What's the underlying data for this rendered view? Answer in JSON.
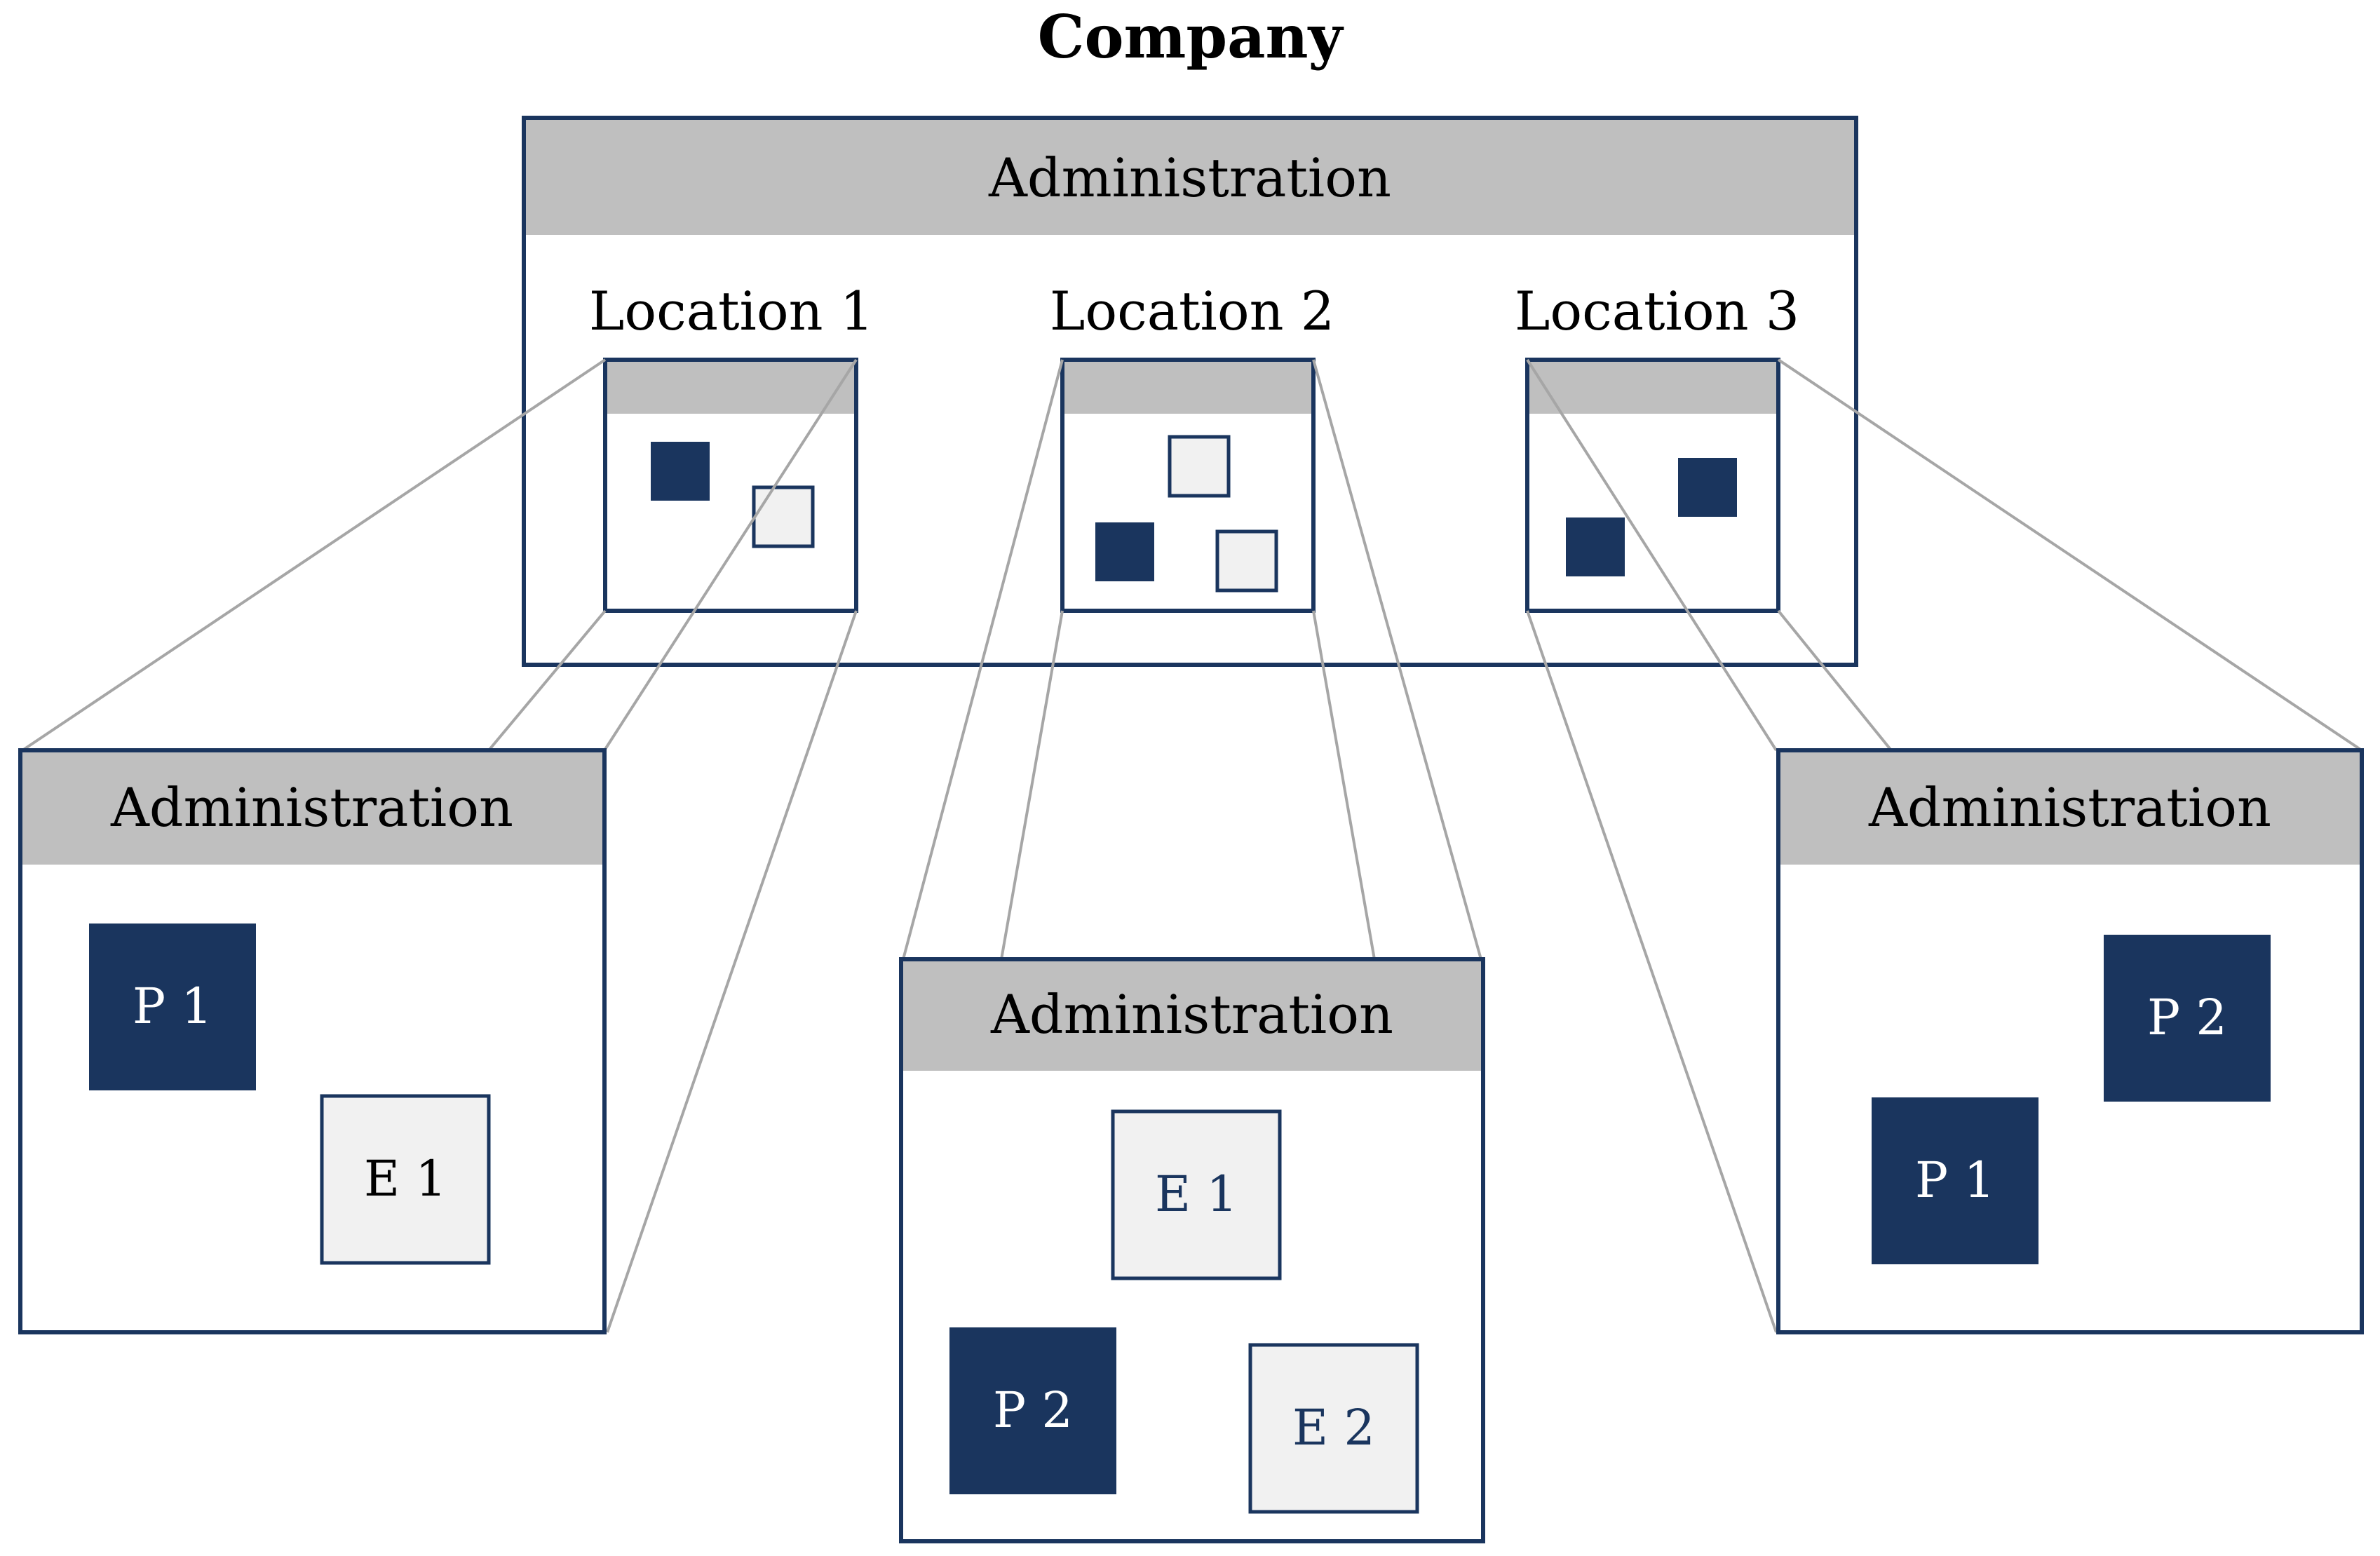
{
  "title": "Company",
  "top": {
    "header": "Administration",
    "locations": [
      {
        "label": "Location 1"
      },
      {
        "label": "Location 2"
      },
      {
        "label": "Location 3"
      }
    ]
  },
  "details": [
    {
      "header": "Administration",
      "units": [
        {
          "label": "P 1",
          "kind": "dark"
        },
        {
          "label": "E 1",
          "kind": "light"
        }
      ]
    },
    {
      "header": "Administration",
      "units": [
        {
          "label": "E 1",
          "kind": "light"
        },
        {
          "label": "P 2",
          "kind": "dark"
        },
        {
          "label": "E 2",
          "kind": "light"
        }
      ]
    },
    {
      "header": "Administration",
      "units": [
        {
          "label": "P 2",
          "kind": "dark"
        },
        {
          "label": "P 1",
          "kind": "dark"
        }
      ]
    }
  ],
  "colors": {
    "navy": "#1a355e",
    "header_gray": "#bfbfbf",
    "light_fill": "#f1f1f1",
    "connector_gray": "#a6a6a6"
  }
}
